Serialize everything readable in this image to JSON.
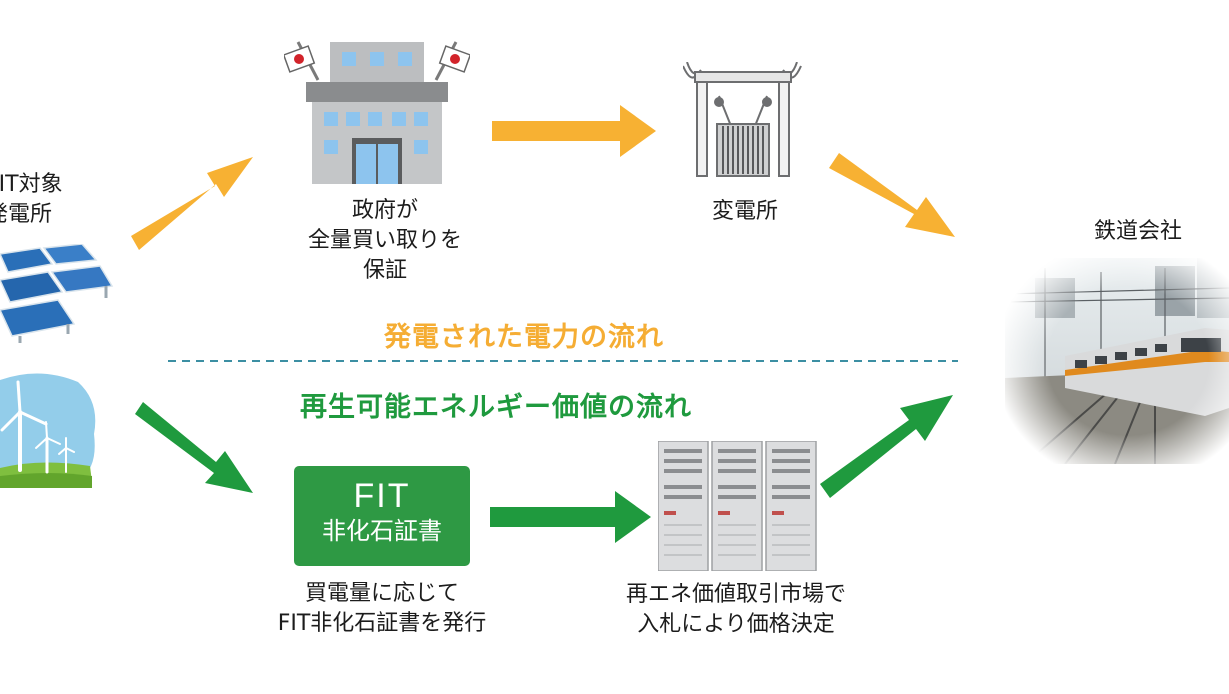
{
  "labels": {
    "fit_plant_line1": "FIT対象",
    "fit_plant_line2": "発電所",
    "government_line1": "政府が",
    "government_line2": "全量買い取りを",
    "government_line3": "保証",
    "substation": "変電所",
    "railway": "鉄道会社",
    "certificate_issue_line1": "買電量に応じて",
    "certificate_issue_line2": "FIT非化石証書を発行",
    "market_line1": "再エネ価値取引市場で",
    "market_line2": "入札により価格決定"
  },
  "flows": {
    "electricity": "発電された電力の流れ",
    "value": "再生可能エネルギー価値の流れ"
  },
  "certificate": {
    "title": "FIT",
    "subtitle": "非化石証書"
  },
  "colors": {
    "electricity_arrow": "#f7b133",
    "value_arrow": "#1f9a3e",
    "divider": "#3c8fa3",
    "certificate_bg": "#2e9944"
  },
  "icons": {
    "solar": "solar-panel-icon",
    "wind": "wind-turbine-icon",
    "government": "government-building-icon",
    "substation": "substation-icon",
    "server": "server-rack-icon",
    "train": "train-photo"
  }
}
